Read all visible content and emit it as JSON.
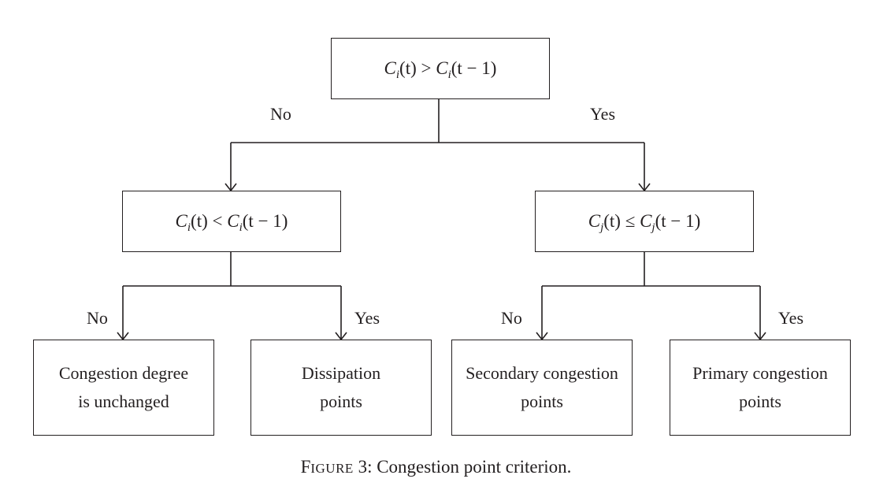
{
  "diagram": {
    "root": {
      "lhs_var": "C",
      "lhs_sub": "i",
      "lhs_arg": "(t)",
      "op": ">",
      "rhs_var": "C",
      "rhs_sub": "i",
      "rhs_arg": "(t − 1)"
    },
    "left_node": {
      "lhs_var": "C",
      "lhs_sub": "i",
      "lhs_arg": "(t)",
      "op": "<",
      "rhs_var": "C",
      "rhs_sub": "i",
      "rhs_arg": "(t − 1)"
    },
    "right_node": {
      "lhs_var": "C",
      "lhs_sub": "j",
      "lhs_arg": "(t)",
      "op": "≤",
      "rhs_var": "C",
      "rhs_sub": "j",
      "rhs_arg": "(t − 1)"
    },
    "edge_labels": {
      "root_no": "No",
      "root_yes": "Yes",
      "left_no": "No",
      "left_yes": "Yes",
      "right_no": "No",
      "right_yes": "Yes"
    },
    "leaves": {
      "unchanged": "Congestion degree\nis unchanged",
      "dissipation": "Dissipation\npoints",
      "secondary": "Secondary congestion\npoints",
      "primary": "Primary congestion\npoints"
    }
  },
  "caption": {
    "figure_first_letter": "F",
    "figure_rest": "igure",
    "number_and_text": " 3: Congestion point criterion."
  }
}
